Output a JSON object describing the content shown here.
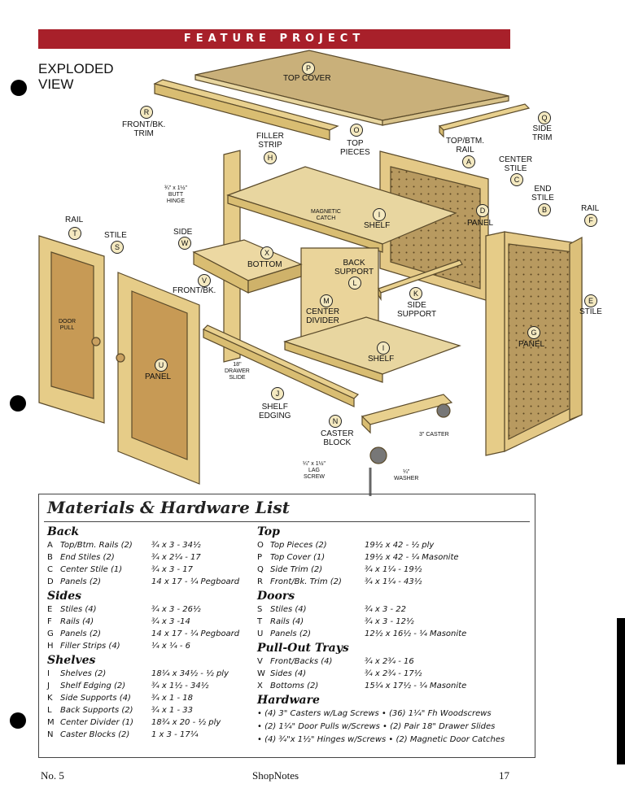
{
  "banner": "FEATURE PROJECT",
  "exploded_view": [
    "EXPLODED",
    "VIEW"
  ],
  "labels": {
    "top_cover": "TOP COVER",
    "front_bk_trim": [
      "FRONT/BK.",
      "TRIM"
    ],
    "filler_strip": [
      "FILLER",
      "STRIP"
    ],
    "top_pieces": [
      "TOP",
      "PIECES"
    ],
    "side_trim": [
      "SIDE",
      "TRIM"
    ],
    "top_btm_rail": [
      "TOP/BTM.",
      "RAIL"
    ],
    "center_stile": [
      "CENTER",
      "STILE"
    ],
    "end_stile": [
      "END",
      "STILE"
    ],
    "rail": "RAIL",
    "butt_hinge": [
      "¾\" x 1½\"",
      "BUTT",
      "HINGE"
    ],
    "magnetic_catch": [
      "MAGNETIC",
      "CATCH"
    ],
    "shelf": "SHELF",
    "panel": "PANEL",
    "stile": "STILE",
    "side": "SIDE",
    "bottom": "BOTTOM",
    "back_support": [
      "BACK",
      "SUPPORT"
    ],
    "front_bk": "FRONT/BK.",
    "side_support": [
      "SIDE",
      "SUPPORT"
    ],
    "center_divider": [
      "CENTER",
      "DIVIDER"
    ],
    "door_pull": [
      "DOOR",
      "PULL"
    ],
    "drawer_slide": [
      "18\"",
      "DRAWER",
      "SLIDE"
    ],
    "shelf_edging": [
      "SHELF",
      "EDGING"
    ],
    "caster_block": [
      "CASTER",
      "BLOCK"
    ],
    "caster": "3\" CASTER",
    "lag_screw": [
      "¼\" x 1½\"",
      "LAG",
      "SCREW"
    ],
    "washer": [
      "¼\"",
      "WASHER"
    ]
  },
  "materials": {
    "title": "Materials & Hardware List",
    "back": {
      "heading": "Back",
      "rows": [
        {
          "l": "A",
          "n": "Top/Btm. Rails (2)",
          "s": "¾ x 3 - 34½"
        },
        {
          "l": "B",
          "n": "End Stiles (2)",
          "s": "¾ x 2¼ - 17"
        },
        {
          "l": "C",
          "n": "Center Stile (1)",
          "s": "¾ x 3 - 17"
        },
        {
          "l": "D",
          "n": "Panels (2)",
          "s": "14 x 17 - ¼ Pegboard"
        }
      ]
    },
    "sides": {
      "heading": "Sides",
      "rows": [
        {
          "l": "E",
          "n": "Stiles (4)",
          "s": "¾ x 3 - 26½"
        },
        {
          "l": "F",
          "n": "Rails (4)",
          "s": "¾ x 3 -14"
        },
        {
          "l": "G",
          "n": "Panels (2)",
          "s": "14 x 17 - ¼ Pegboard"
        },
        {
          "l": "H",
          "n": "Filler Strips (4)",
          "s": "¼ x ¼ - 6"
        }
      ]
    },
    "shelves": {
      "heading": "Shelves",
      "rows": [
        {
          "l": "I",
          "n": "Shelves (2)",
          "s": "18¼ x 34½ - ½ ply"
        },
        {
          "l": "J",
          "n": "Shelf Edging (2)",
          "s": "¾ x 1½ - 34½"
        },
        {
          "l": "K",
          "n": "Side Supports (4)",
          "s": "¾ x 1 - 18"
        },
        {
          "l": "L",
          "n": "Back Supports (2)",
          "s": "¾ x 1 - 33"
        },
        {
          "l": "M",
          "n": "Center Divider (1)",
          "s": "18¾ x 20 - ½ ply"
        },
        {
          "l": "N",
          "n": "Caster Blocks (2)",
          "s": "1 x 3 - 17¼"
        }
      ]
    },
    "top": {
      "heading": "Top",
      "rows": [
        {
          "l": "O",
          "n": "Top Pieces (2)",
          "s": "19½ x 42 - ½ ply"
        },
        {
          "l": "P",
          "n": "Top Cover (1)",
          "s": "19½ x 42 - ¼ Masonite"
        },
        {
          "l": "Q",
          "n": "Side Trim (2)",
          "s": "¾ x 1¼ - 19½"
        },
        {
          "l": "R",
          "n": "Front/Bk. Trim (2)",
          "s": "¾ x 1¼ - 43½"
        }
      ]
    },
    "doors": {
      "heading": "Doors",
      "rows": [
        {
          "l": "S",
          "n": "Stiles (4)",
          "s": "¾ x 3 - 22"
        },
        {
          "l": "T",
          "n": "Rails (4)",
          "s": "¾ x 3 - 12½"
        },
        {
          "l": "U",
          "n": "Panels (2)",
          "s": "12½ x 16½ - ¼ Masonite"
        }
      ]
    },
    "trays": {
      "heading": "Pull-Out Trays",
      "rows": [
        {
          "l": "V",
          "n": "Front/Backs (4)",
          "s": "¾ x 2¾ - 16"
        },
        {
          "l": "W",
          "n": "Sides (4)",
          "s": "¾ x 2¾ - 17½"
        },
        {
          "l": "X",
          "n": "Bottoms (2)",
          "s": "15¼ x 17½ - ¼ Masonite"
        }
      ]
    },
    "hardware": {
      "heading": "Hardware",
      "lines": [
        "• (4) 3\" Casters w/Lag Screws  • (36) 1¼\" Fh Woodscrews",
        "• (2) 1¼\" Door Pulls w/Screws  • (2) Pair 18\" Drawer Slides",
        "• (4) ¾\"x 1½\" Hinges w/Screws • (2) Magnetic Door Catches"
      ]
    }
  },
  "footer": {
    "left": "No. 5",
    "center": "ShopNotes",
    "right": "17"
  }
}
